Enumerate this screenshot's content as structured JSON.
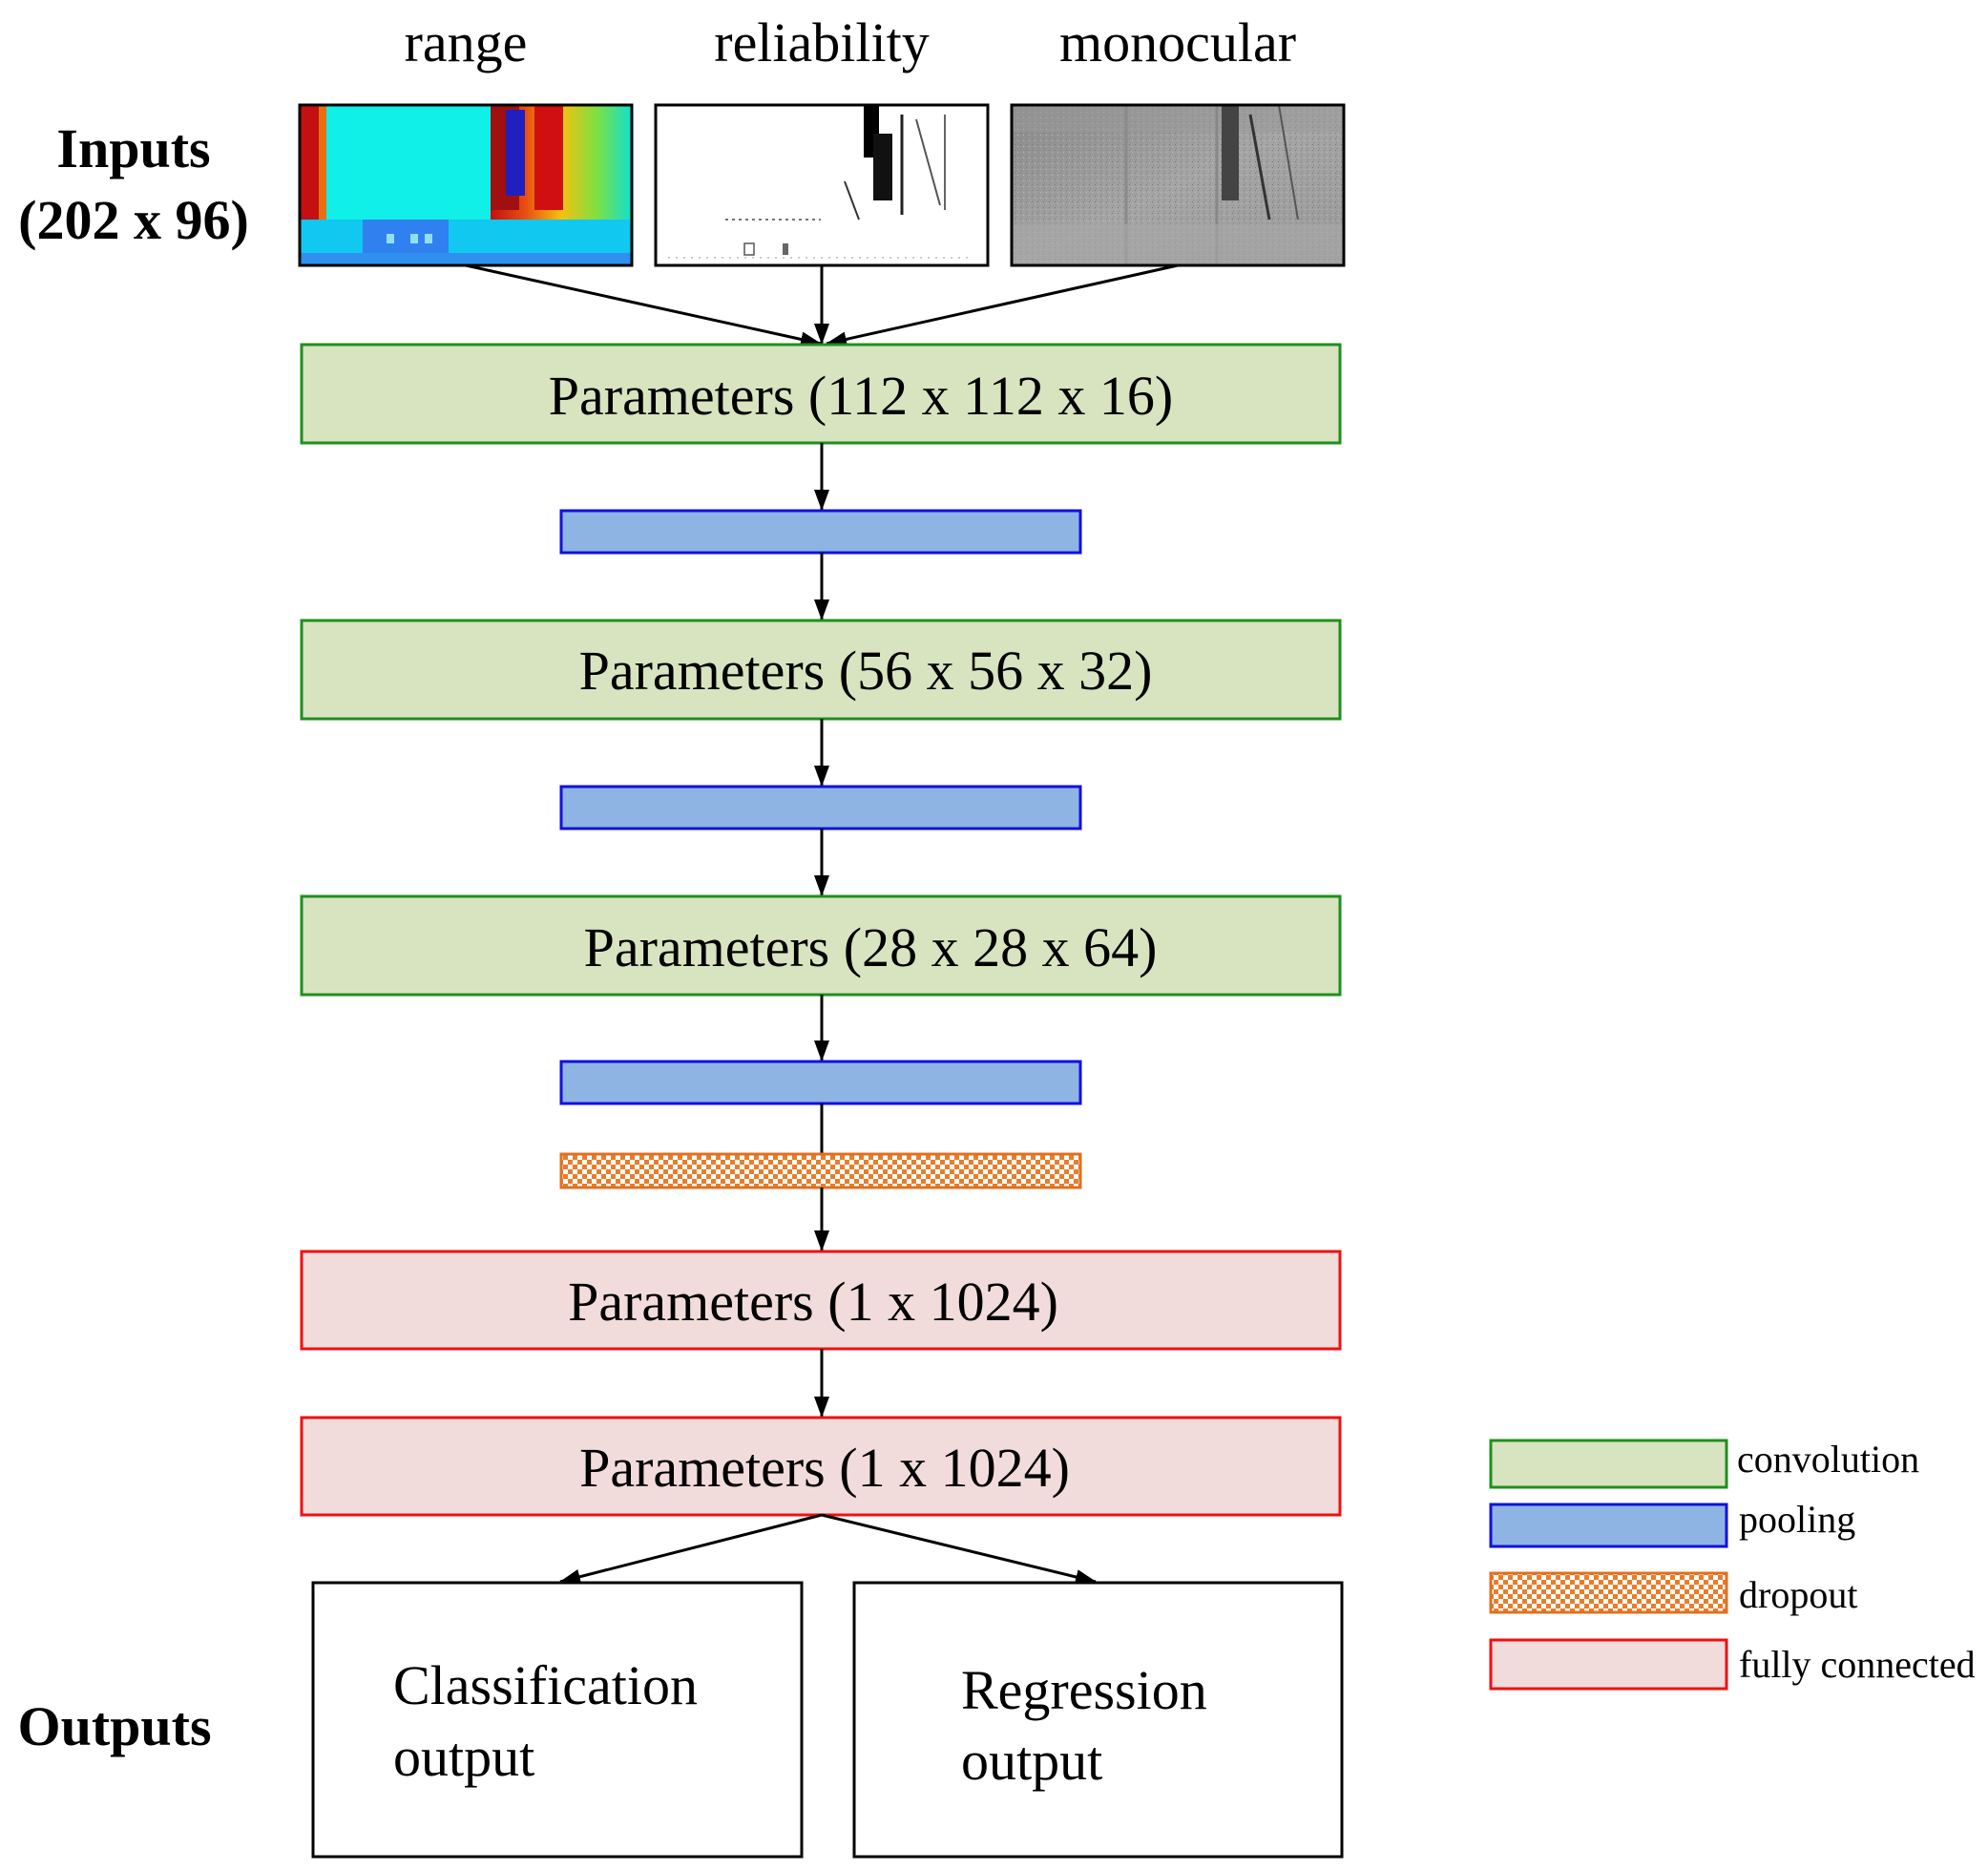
{
  "inputs_heading": {
    "line1": "Inputs",
    "line2": "(202 x 96)"
  },
  "outputs_heading": "Outputs",
  "input_images": [
    {
      "label": "range",
      "kind": "range-depth-colormap"
    },
    {
      "label": "reliability",
      "kind": "reliability-mask"
    },
    {
      "label": "monocular",
      "kind": "monocular-grayscale"
    }
  ],
  "layers": [
    {
      "type": "convolution",
      "label": "Parameters (112 x 112 x 16)"
    },
    {
      "type": "pooling",
      "label": ""
    },
    {
      "type": "convolution",
      "label": "Parameters (56 x 56 x 32)"
    },
    {
      "type": "pooling",
      "label": ""
    },
    {
      "type": "convolution",
      "label": "Parameters (28 x 28 x 64)"
    },
    {
      "type": "pooling",
      "label": ""
    },
    {
      "type": "dropout",
      "label": ""
    },
    {
      "type": "fully_connected",
      "label": "Parameters (1 x 1024)"
    },
    {
      "type": "fully_connected",
      "label": "Parameters (1 x 1024)"
    }
  ],
  "outputs": [
    {
      "line1": "Classification",
      "line2": "output"
    },
    {
      "line1": "Regression",
      "line2": "output"
    }
  ],
  "legend": [
    {
      "type": "convolution",
      "label": "convolution"
    },
    {
      "type": "pooling",
      "label": "pooling"
    },
    {
      "type": "dropout",
      "label": "dropout"
    },
    {
      "type": "fully_connected",
      "label": "fully connected"
    }
  ],
  "colors": {
    "convolution_fill": "#d8e4bf",
    "convolution_stroke": "#1f8f1f",
    "pooling_fill": "#8eb4e3",
    "pooling_stroke": "#1010e0",
    "dropout_fill": "#e87d2a",
    "dropout_stroke": "#e07020",
    "fully_connected_fill": "#f2dcdb",
    "fully_connected_stroke": "#ee1111",
    "arrow": "#000000"
  }
}
